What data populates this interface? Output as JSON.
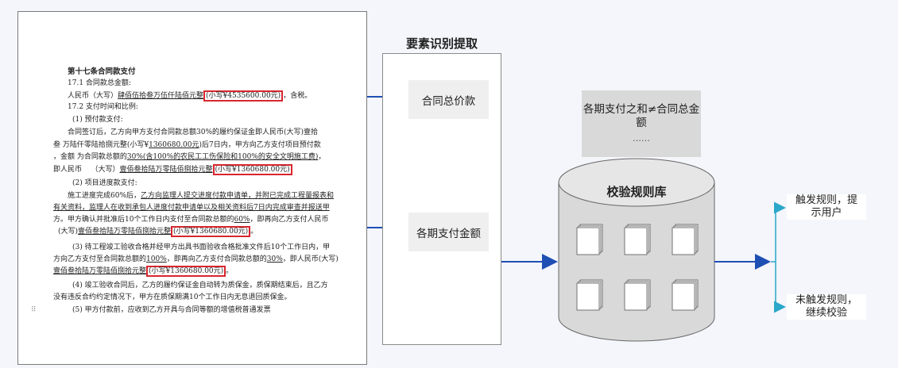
{
  "document": {
    "title": "第十七条合同款支付",
    "lines": {
      "l1": "17.1 合同款总金额:",
      "l2a": "人民币（大写）",
      "l2b": "肆佰伍拾叁万伍仟陆佰元整",
      "l2c": "(小写¥4535600.00元)",
      "l2d": "，含税。",
      "l3": "17.2 支付时间和比例:",
      "l4": "(1) 预付款支付:",
      "l5": "合同签订后，乙方向甲方支付合同款总额30%的履约保证金即人民币(大写)壹拾",
      "l6a": "叁 万陆仟零陆拾捌元整(小写¥",
      "l6b": "1360680.00元",
      "l6c": ")后7日内，甲方向乙方支付项目预付款",
      "l7a": "，金额 为合同款总额的",
      "l7b": "30%(含100%的农民工工伤保险和100%的安全文明施工费)",
      "l7c": "，",
      "l8a": "即人民币",
      "l8b": "（大写）",
      "l8c": "壹佰叁拾陆万零陆佰捌拾元整",
      "l8d": "(小写¥1360680.00元)",
      "l9": "(2) 项目进度款支付:",
      "l10a": "施工进度完成60%后，",
      "l10b": "乙方向监理人提交进度付款申请单，并附已完成工程量报表和",
      "l11a": "有关资料，监理人在收到承包人进度付款申请单以及相关资料后7日内完成审查并报送甲",
      "l12a": "方。甲方确认并批准后10个工作日内支付至合同款总额的",
      "l12b": "60%",
      "l12c": "，即再向乙方支付人民币",
      "l13a": "(大写)",
      "l13b": "壹佰叁拾陆万零陆佰捌拾元整",
      "l13c": "(小写¥1360680.00元)",
      "l13d": "。",
      "l14": "(3) 待工程竣工验收合格并经甲方出具书面验收合格批准文件后10个工作日内，甲",
      "l15a": "方向乙方支付至合同款总额的",
      "l15b": "100%",
      "l15c": "，即再向乙方支付合同款总额的",
      "l15d": "30%",
      "l15e": "，即人民币(大写)",
      "l16a": "壹佰叁拾陆万零陆佰捌拾元整",
      "l16b": "(小写¥1360680.00元)",
      "l16c": "。",
      "l17": "(4) 竣工验收合同后，乙方的履约保证金自动转为质保金，质保期结束后，且乙方",
      "l18": "没有违反合约约定情况下，甲方在质保期满10个工作日内无息退回质保金。",
      "l19": "(5) 甲方付款前，应收到乙方开具与合同等额的增值税普通发票",
      "margin": "⠿"
    }
  },
  "extraction": {
    "title": "要素识别提取",
    "item1": "合同总价款",
    "item2": "各期支付金额"
  },
  "note": {
    "line1": "各期支付之和≠合同总金",
    "line2": "额",
    "dots": "……"
  },
  "rulebase": {
    "label": "校验规则库"
  },
  "outputs": {
    "triggered_line1": "触发规则，提",
    "triggered_line2": "示用户",
    "not_triggered_line1": "未触发规则，",
    "not_triggered_line2": "继续校验"
  },
  "colors": {
    "arrow": "#1f4fb4",
    "highlight": "#d9262e",
    "cylinder": "#d9d9d9",
    "output_connector": "#2aa7c9"
  }
}
